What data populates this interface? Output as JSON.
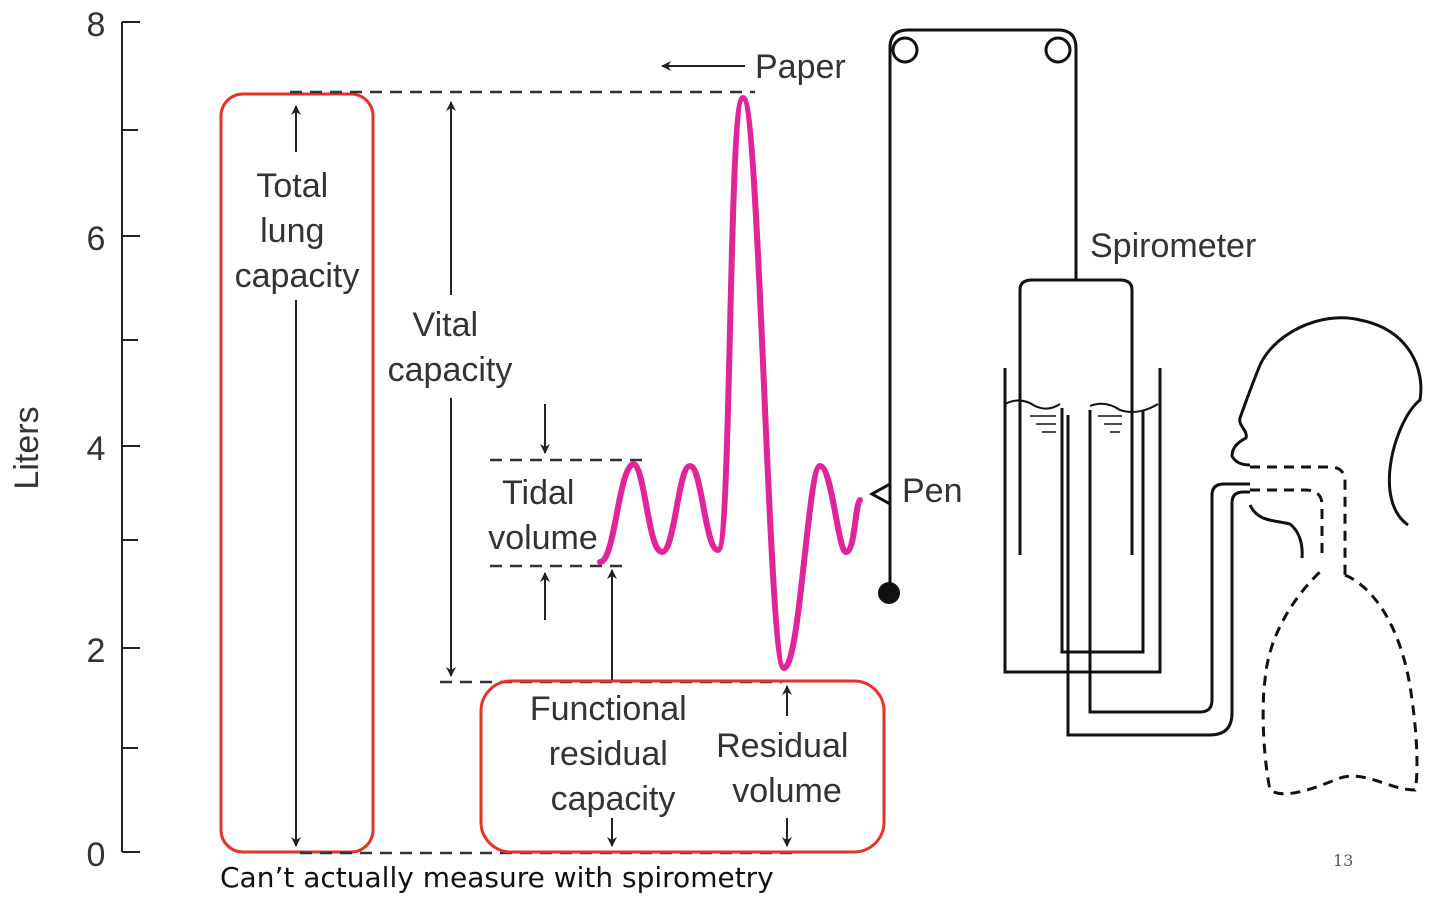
{
  "axis": {
    "ylabel": "Liters",
    "ticks": [
      "0",
      "2",
      "4",
      "6",
      "8"
    ]
  },
  "labels": {
    "total_lung_capacity": [
      "Total",
      "lung",
      "capacity"
    ],
    "vital_capacity": [
      "Vital",
      "capacity"
    ],
    "tidal_volume": [
      "Tidal",
      "volume"
    ],
    "functional_residual_capacity": [
      "Functional",
      "residual",
      "capacity"
    ],
    "residual_volume": [
      "Residual",
      "volume"
    ],
    "paper": "Paper",
    "pen": "Pen",
    "spirometer": "Spirometer"
  },
  "note": "Can’t actually measure with spirometry",
  "slide_number": "13",
  "colors": {
    "trace": "#e0249a",
    "highlight_box": "#e53327",
    "ink": "#222222"
  }
}
